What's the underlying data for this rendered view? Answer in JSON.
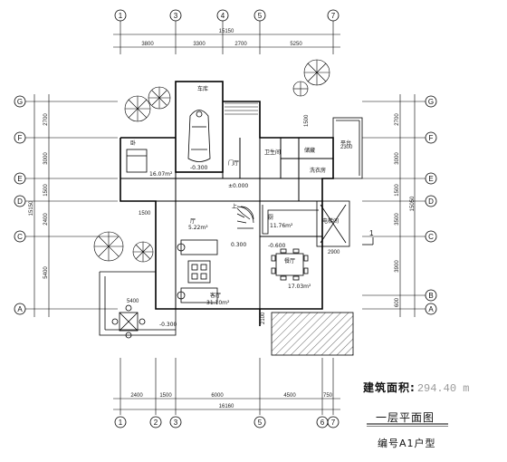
{
  "drawing": {
    "area_label": "建筑面积:",
    "area_value": "294.40 m",
    "plan_title": "一层平面图",
    "plan_code": "编号A1户型",
    "stroke_color": "#000000",
    "hatch_color": "#000000"
  },
  "axes": {
    "top": [
      "1",
      "3",
      "4",
      "5",
      "7"
    ],
    "bottom": [
      "1",
      "2",
      "3",
      "5",
      "6",
      "7"
    ],
    "left": [
      "G",
      "F",
      "E",
      "D",
      "C",
      "A"
    ],
    "right": [
      "G",
      "F",
      "E",
      "D",
      "C",
      "B",
      "A"
    ]
  },
  "dimensions": {
    "top_total": "15150",
    "top": [
      "3800",
      "3300",
      "2700",
      "5250"
    ],
    "bottom_total": "16160",
    "bottom": [
      "2400",
      "1500",
      "6000",
      "4500",
      "750"
    ],
    "left_total": "15150",
    "left": [
      "2700",
      "3000",
      "1500",
      "2400",
      "5400"
    ],
    "right_total": "15050",
    "right": [
      "2700",
      "3000",
      "1500",
      "3500",
      "3900",
      "600"
    ],
    "inner": [
      "1500",
      "2100",
      "5400",
      "2900",
      "2300",
      "1500"
    ]
  },
  "rooms": {
    "garage": "车库",
    "bedroom": "卧",
    "bedroom_area": "16.07m²",
    "foyer": "门厅",
    "kitchen": "厨",
    "kitchen_area": "11.76m²",
    "dining": "餐厅",
    "dining_area": "17.03m²",
    "living": "客厅",
    "living_area": "31.10m²",
    "family": "厅",
    "family_area": "5.22m²",
    "bath": "卫生间",
    "store": "储藏",
    "laundry": "洗衣房",
    "terrace": "平台",
    "elevator": "电梯间",
    "stair": "上"
  },
  "levels": {
    "garage": "-0.300",
    "entry": "±0.000",
    "living": "0.300",
    "dining": "-0.600",
    "terrace": "-0.300"
  },
  "section_mark": "1"
}
